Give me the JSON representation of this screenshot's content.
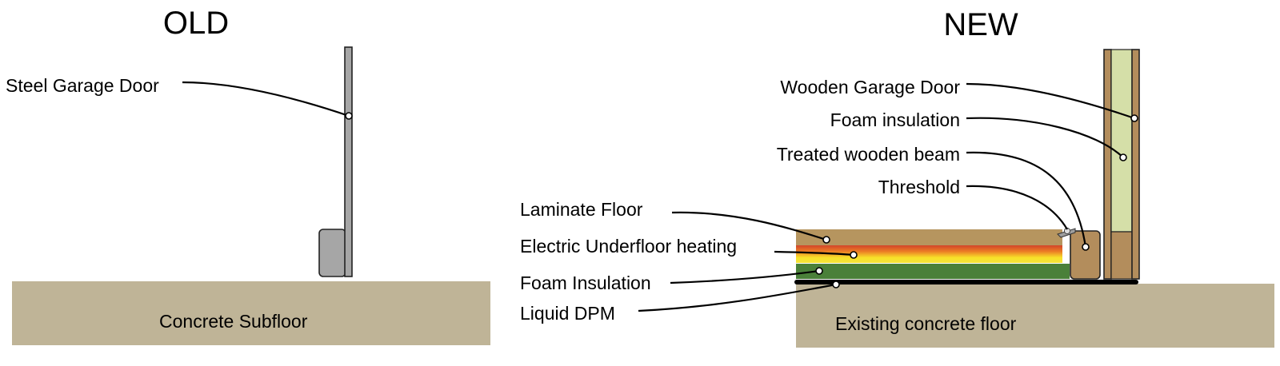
{
  "old": {
    "title": "OLD",
    "labels": {
      "steel_garage_door": "Steel Garage Door",
      "concrete_subfloor": "Concrete Subfloor"
    }
  },
  "new": {
    "title": "NEW",
    "labels": {
      "wooden_garage_door": "Wooden Garage Door",
      "foam_insulation_door": "Foam insulation",
      "treated_wooden_beam": "Treated wooden beam",
      "threshold": "Threshold",
      "laminate_floor": "Laminate Floor",
      "electric_underfloor_heating": "Electric Underfloor heating",
      "foam_insulation_floor": "Foam Insulation",
      "liquid_dpm": "Liquid DPM",
      "existing_concrete_floor": "Existing concrete floor"
    }
  },
  "colors": {
    "concrete": "#bfb497",
    "steel": "#a6a6a6",
    "wood": "#b38d5c",
    "foam_door": "#d5dfa8",
    "laminate": "#b6955f",
    "insulation_green": "#4a8039",
    "dpm": "#000000",
    "heating_red": "#d2452a",
    "heating_orange": "#ec7d25",
    "heating_yellow": "#f7e229"
  }
}
